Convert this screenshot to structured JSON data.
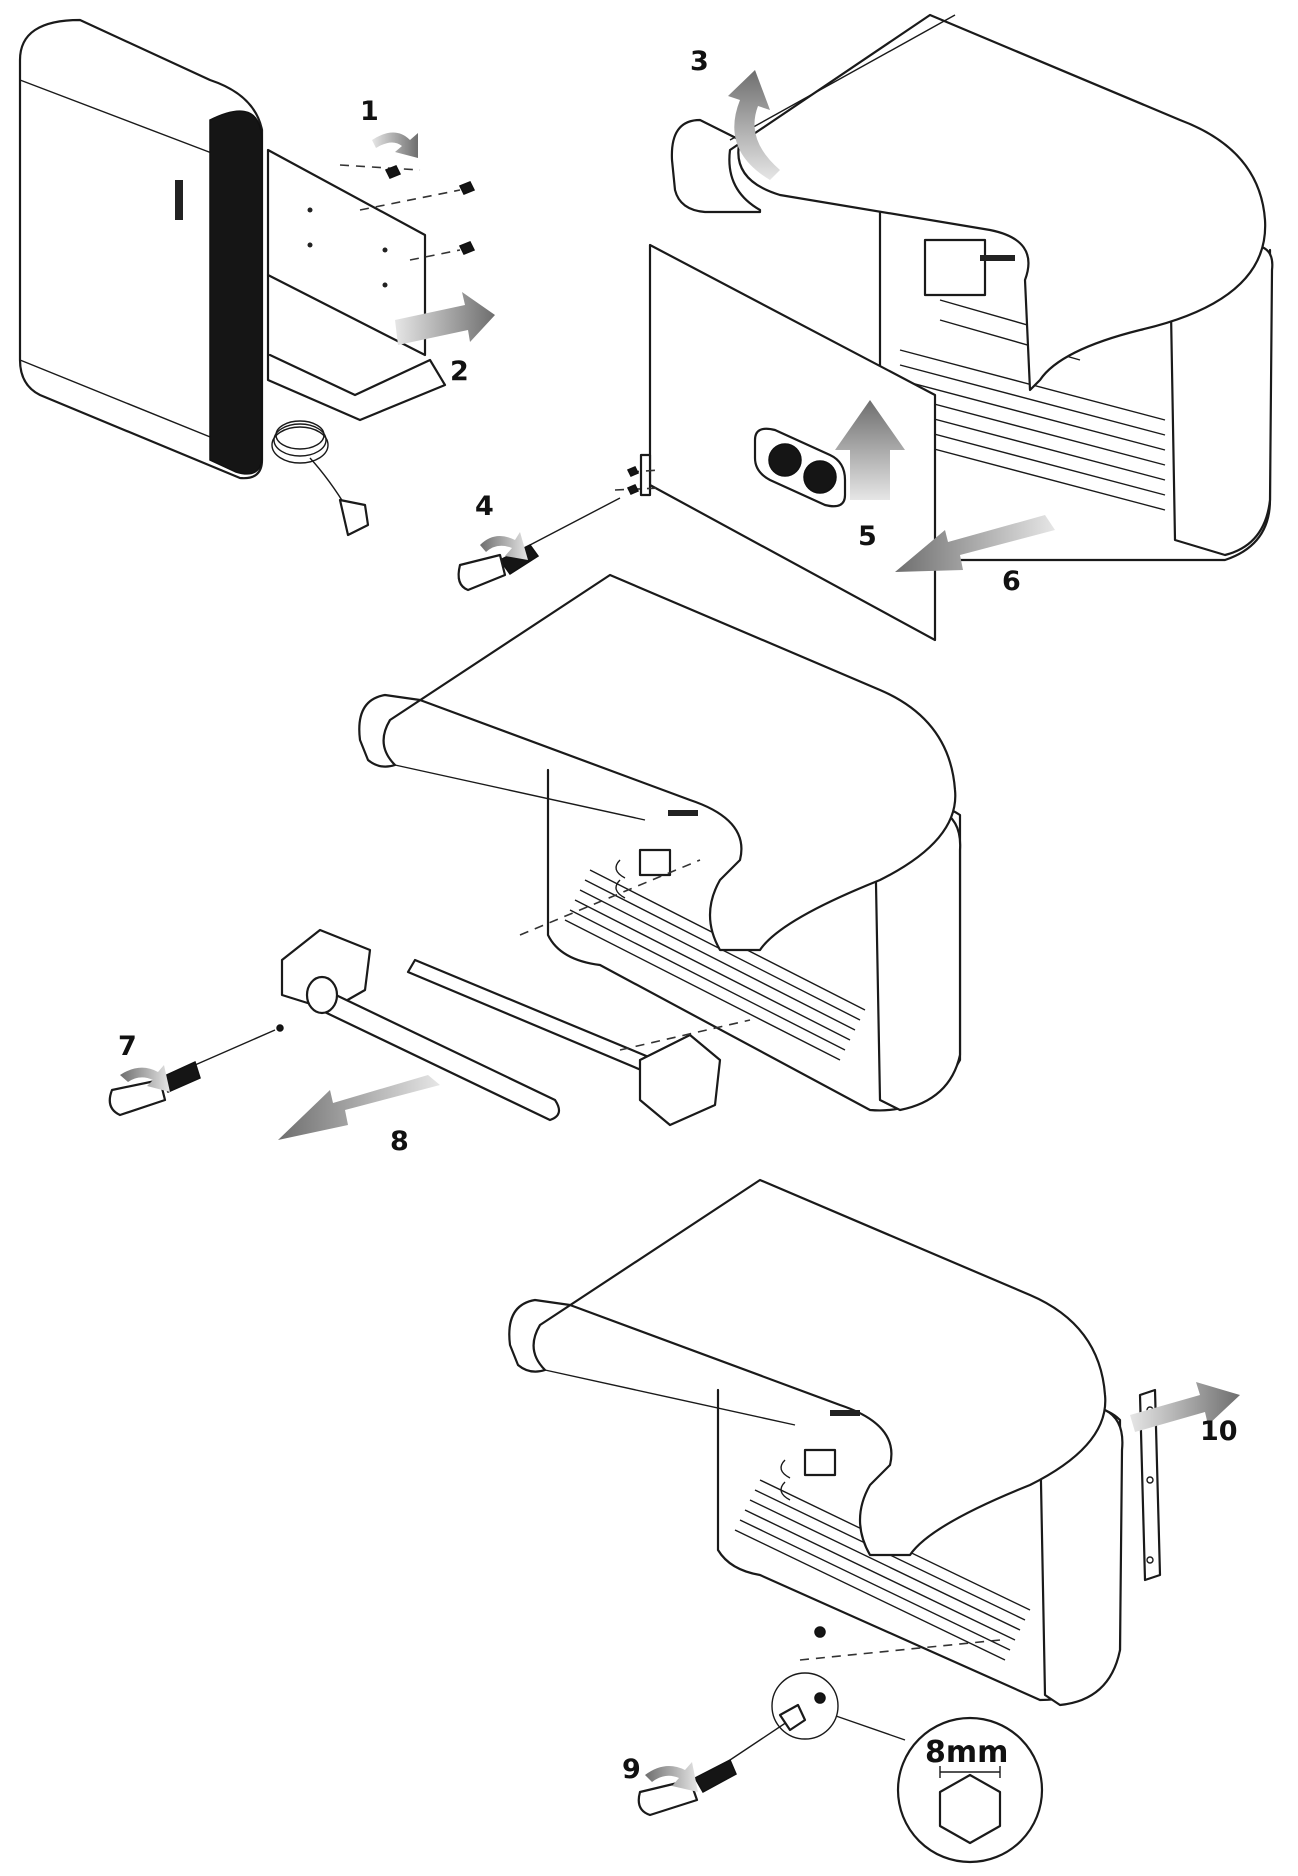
{
  "steps": [
    "1",
    "2",
    "3",
    "4",
    "5",
    "6",
    "7",
    "8",
    "9",
    "10"
  ],
  "wrench_size": "8mm",
  "colors": {
    "line": "#1a1a1a",
    "arrow_dark": "#777777",
    "arrow_light": "#d8d8d8",
    "panel_dark": "#151515"
  }
}
